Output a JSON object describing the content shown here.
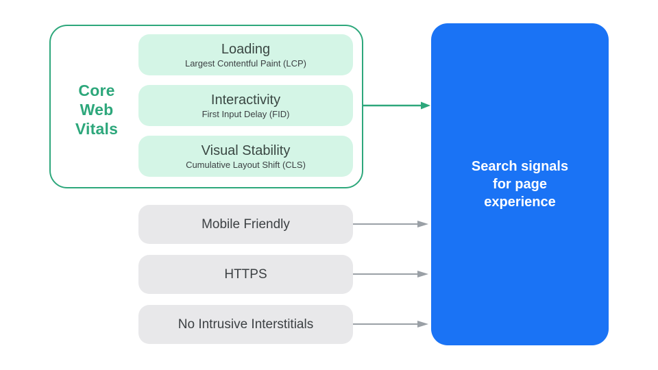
{
  "colors": {
    "green": "#2da77b",
    "mint_fill": "#d4f5e6",
    "gray_fill": "#e8e8ea",
    "dark_text": "#3c4043",
    "blue_fill": "#1a73f5",
    "arrow_gray": "#9aa0a6",
    "white": "#ffffff"
  },
  "core_web_vitals": {
    "label": "Core Web Vitals",
    "label_lines": [
      "Core",
      "Web",
      "Vitals"
    ],
    "items": [
      {
        "title": "Loading",
        "subtitle": "Largest Contentful Paint (LCP)"
      },
      {
        "title": "Interactivity",
        "subtitle": "First Input Delay (FID)"
      },
      {
        "title": "Visual Stability",
        "subtitle": "Cumulative Layout Shift (CLS)"
      }
    ]
  },
  "other_signals": [
    {
      "label": "Mobile Friendly"
    },
    {
      "label": "HTTPS"
    },
    {
      "label": "No Intrusive Interstitials"
    }
  ],
  "result": {
    "label": "Search signals for page experience",
    "label_lines": [
      "Search signals",
      "for page",
      "experience"
    ]
  }
}
